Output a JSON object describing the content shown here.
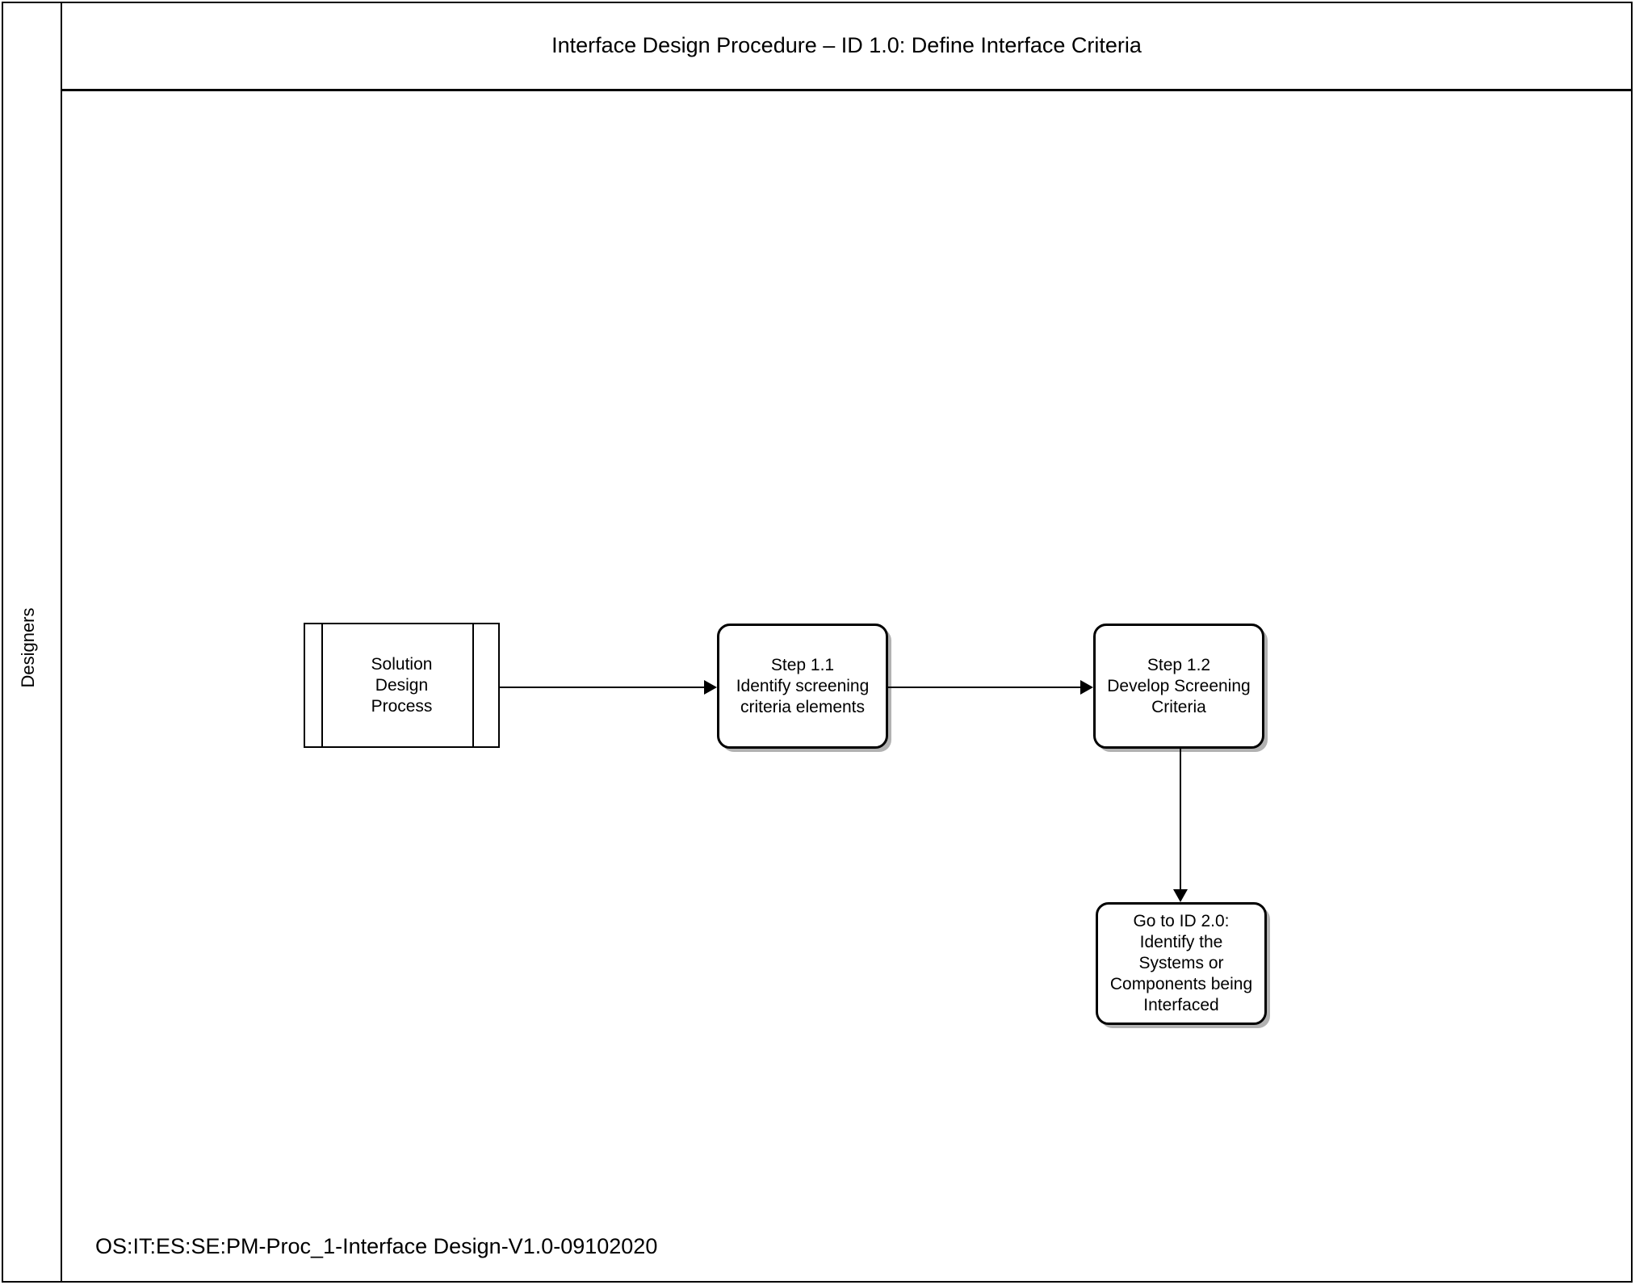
{
  "document": {
    "title": "Interface Design Procedure – ID 1.0: Define Interface Criteria",
    "footer": "OS:IT:ES:SE:PM-Proc_1-Interface Design-V1.0-09102020"
  },
  "swimlane": {
    "label": "Designers"
  },
  "nodes": [
    {
      "id": "solution-design-process",
      "type": "predefined-process",
      "text": "Solution\nDesign\nProcess"
    },
    {
      "id": "step-1-1",
      "type": "process",
      "text": "Step 1.1\nIdentify screening\ncriteria elements"
    },
    {
      "id": "step-1-2",
      "type": "process",
      "text": "Step 1.2\nDevelop Screening\nCriteria"
    },
    {
      "id": "go-to-id-2-0",
      "type": "process",
      "text": "Go to ID 2.0:\nIdentify the\nSystems or\nComponents being\nInterfaced"
    }
  ],
  "connectors": [
    {
      "id": "conn-solution-to-step11",
      "from": "solution-design-process",
      "to": "step-1-1",
      "direction": "right"
    },
    {
      "id": "conn-step11-to-step12",
      "from": "step-1-1",
      "to": "step-1-2",
      "direction": "right"
    },
    {
      "id": "conn-step12-to-goto",
      "from": "step-1-2",
      "to": "go-to-id-2-0",
      "direction": "down"
    }
  ],
  "colors": {
    "stroke": "#000000",
    "fill": "#ffffff",
    "shadow": "#999999"
  }
}
